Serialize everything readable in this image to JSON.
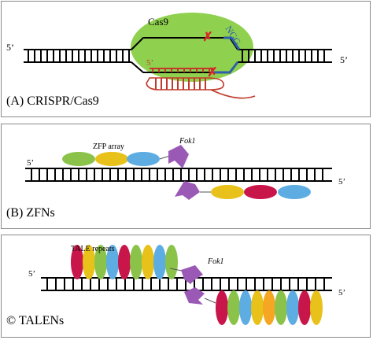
{
  "panels": {
    "crispr": {
      "caption": "(A) CRISPR/Cas9",
      "protein_label": "Cas9",
      "pam_label": "NGG",
      "prime_5_left": "5’",
      "prime_5_right": "5’",
      "prime_5_guide": "5’"
    },
    "zfn": {
      "caption": "(B) ZFNs",
      "array_label": "ZFP array",
      "nuclease_label": "Fok1",
      "prime_5_left": "5’",
      "prime_5_right": "5’"
    },
    "talen": {
      "caption": "© TALENs",
      "repeats_label": "TALE repeats",
      "nuclease_label": "Fok1",
      "prime_5_left": "5’",
      "prime_5_right": "5’"
    }
  },
  "colors": {
    "cas9": "#8fd14f",
    "guide_rna": "#c0392b",
    "cut_mark": "#d62728",
    "pam": "#2e5fa8",
    "fok1": "#9b59b6",
    "green": "#8bc34a",
    "yellow": "#e8c21a",
    "blue": "#5dade2",
    "crimson": "#c8154a",
    "orange": "#f5a623"
  }
}
